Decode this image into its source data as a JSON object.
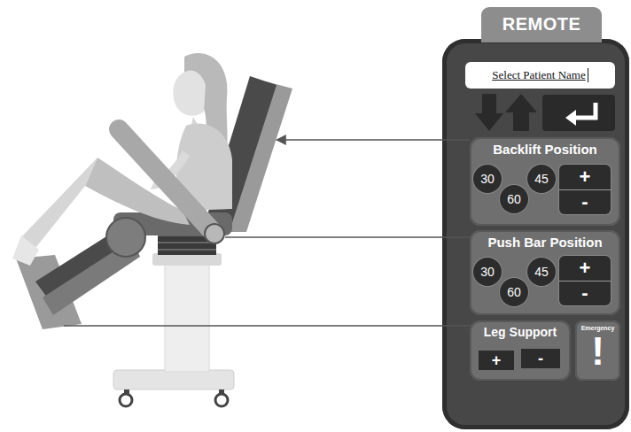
{
  "diagram": {
    "nodes": [
      {
        "text": [
          "REMOTE"
        ]
      },
      {
        "text": [
          "Select Patient Name"
        ],
        "in": 0
      },
      {
        "text": [
          "Backlift Position"
        ],
        "in": 0
      },
      {
        "text": [
          "30"
        ],
        "in": 2
      },
      {
        "text": [
          "60"
        ],
        "in": 2
      },
      {
        "text": [
          "45"
        ],
        "in": 2
      },
      {
        "text": [
          "+",
          "-"
        ],
        "in": 2
      },
      {
        "text": [
          "Push Bar Position"
        ],
        "in": 0
      },
      {
        "text": [
          "30"
        ],
        "in": 7
      },
      {
        "text": [
          "60"
        ],
        "in": 7
      },
      {
        "text": [
          "45"
        ],
        "in": 7
      },
      {
        "text": [
          "+",
          "-"
        ],
        "in": 7
      },
      {
        "text": [
          "Leg Support"
        ],
        "in": 0
      },
      {
        "text": [
          "+"
        ],
        "in": 12
      },
      {
        "text": [
          "-"
        ],
        "in": 12
      },
      {
        "text": [
          "Emergency",
          "!"
        ],
        "in": 0
      }
    ]
  }
}
